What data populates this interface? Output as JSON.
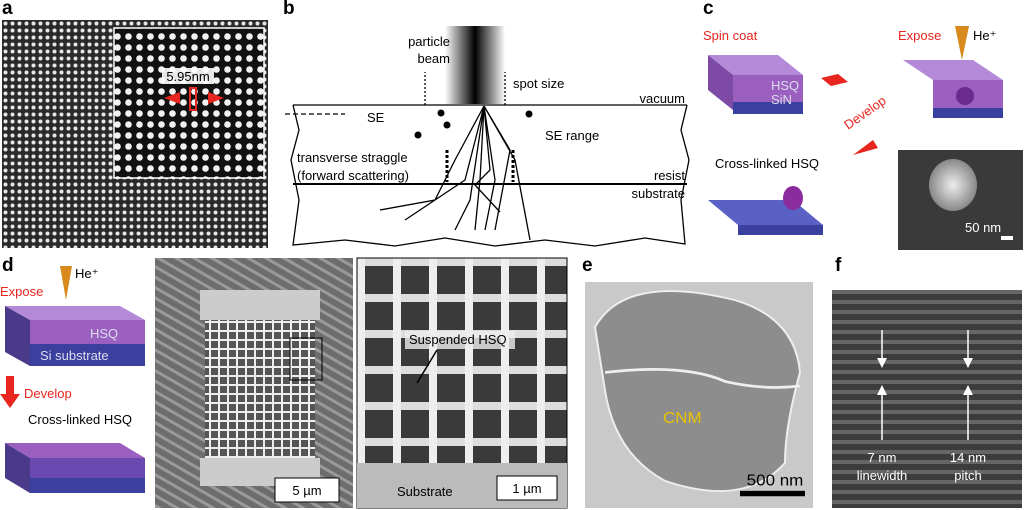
{
  "panels": {
    "a": {
      "label": "a",
      "scale_text": "5.95nm"
    },
    "b": {
      "label": "b",
      "particle": "particle",
      "beam": "beam",
      "spot_size": "spot size",
      "vacuum": "vacuum",
      "se": "SE",
      "se_range": "SE range",
      "straggle1": "transverse straggle",
      "straggle2": "(forward scattering)",
      "resist": "resist",
      "substrate": "substrate"
    },
    "c": {
      "label": "c",
      "spin_coat": "Spin coat",
      "expose": "Expose",
      "he": "He⁺",
      "hsq": "HSQ",
      "sin": "SiN",
      "develop": "Develop",
      "crosslinked": "Cross-linked HSQ",
      "scale": "50 nm"
    },
    "d": {
      "label": "d",
      "he": "He⁺",
      "expose": "Expose",
      "hsq": "HSQ",
      "si_substrate": "Si substrate",
      "develop": "Develop",
      "crosslinked": "Cross-linked HSQ",
      "scale1": "5 µm",
      "suspended": "Suspended HSQ",
      "substrate": "Substrate",
      "scale2": "1 µm"
    },
    "e": {
      "label": "e",
      "cnm": "CNM",
      "scale": "500 nm"
    },
    "f": {
      "label": "f",
      "lw1": "7 nm",
      "lw2": "linewidth",
      "p1": "14 nm",
      "p2": "pitch"
    }
  },
  "colors": {
    "red": "#e8251f",
    "hsq_purple": "#9b5fc0",
    "sin_blue": "#3b3f9e",
    "cnm_yellow": "#e8c400"
  }
}
